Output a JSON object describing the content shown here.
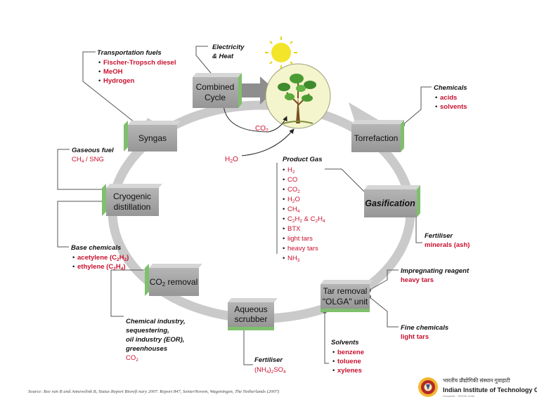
{
  "boxes": {
    "syngas": "Syngas",
    "combined_cycle": [
      "Combined",
      "Cycle"
    ],
    "torrefaction": "Torrefaction",
    "gasification": "Gasification",
    "tar_removal": [
      "Tar removal",
      "\"OLGA\" unit"
    ],
    "aqueous_scrubber": [
      "Aqueous",
      "scrubber"
    ],
    "co2_removal": "CO2 removal",
    "cryogenic": [
      "Cryogenic",
      "distillation"
    ]
  },
  "notes": {
    "transport": {
      "heading": "Transportation fuels",
      "items": [
        "Fischer-Tropsch diesel",
        "MeOH",
        "Hydrogen"
      ]
    },
    "electricity": [
      "Electricity",
      "& Heat"
    ],
    "chemicals": {
      "heading": "Chemicals",
      "items": [
        "acids",
        "solvents"
      ]
    },
    "gaseous": {
      "heading": "Gaseous fuel",
      "value": "CH4 / SNG"
    },
    "base": {
      "heading": "Base chemicals",
      "items": [
        "acetylene (C2H2)",
        "ethylene (C2H4)"
      ]
    },
    "fertiliser_ash": {
      "heading": "Fertiliser",
      "value": "minerals (ash)"
    },
    "impregnating": {
      "heading": "Impregnating reagent",
      "value": "heavy tars"
    },
    "fine": {
      "heading": "Fine chemicals",
      "value": "light tars"
    },
    "solvents": {
      "heading": "Solvents",
      "items": [
        "benzene",
        "toluene",
        "xylenes"
      ]
    },
    "industry": {
      "lines": [
        "Chemical industry,",
        "sequestering,",
        "oil industry (EOR),",
        "greenhouses"
      ],
      "value": "CO2"
    },
    "fertiliser_nh4": {
      "heading": "Fertiliser",
      "value": "(NH4)2SO4"
    }
  },
  "product_gas": {
    "heading": "Product Gas",
    "items": [
      "H2",
      "CO",
      "CO2",
      "H2O",
      "CH4",
      "C2H2 & C2H4",
      "BTX",
      "light tars",
      "heavy tars",
      "NH3"
    ]
  },
  "flow_labels": {
    "co2": "CO2",
    "h2o": "H2O"
  },
  "source": "Source: Ree van R and Annevelink B, Status Report Biorefi nary 2007. Report 847, SenterNovem, Wageningen, The Netherlands (2007)",
  "institute": {
    "hindi": "भारतीय प्रौद्योगिकी संस्थान गुवाहाटी",
    "name": "Indian Institute of Technology Guwahati",
    "small": "Guwahati - 781039, India"
  },
  "colors": {
    "box": "#a3a3a3",
    "box_top": "#d4d4d4",
    "box_side": "#7fbf6d",
    "accent_red": "#c8102e",
    "ring": "#c9c9c9",
    "tree_bg": "#f4f5cc"
  }
}
